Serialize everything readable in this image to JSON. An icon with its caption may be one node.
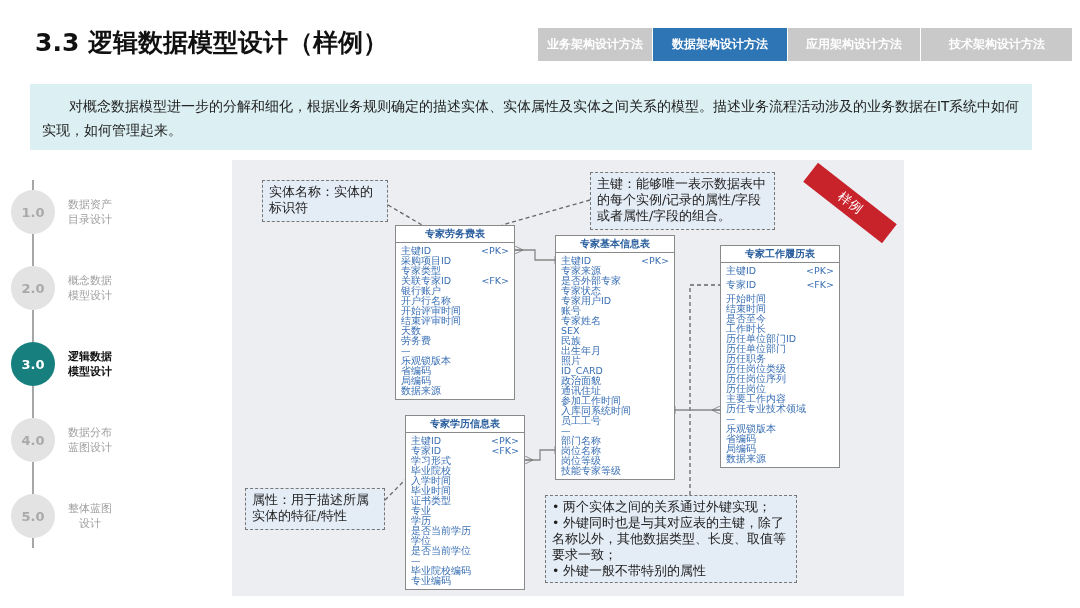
{
  "diagram": {
    "title": "3.3 逻辑数据模型设计（样例）",
    "nodes": [
      {
        "text": [
          "业务架构设计方法"
        ]
      },
      {
        "text": [
          "数据架构设计方法"
        ]
      },
      {
        "text": [
          "应用架构设计方法"
        ]
      },
      {
        "text": [
          "技术架构设计方法"
        ]
      },
      {
        "text": [
          "对概念数据模型进一步的分解和细化，根据业务规则确定的描述实体、实体属性及实体之间关系的模型。描述业务流程活动涉及的业务数据在IT系统中如何实现，如何管理起来。"
        ]
      },
      {
        "text": [
          "1.0"
        ],
        "beside": [
          "数据资产目录设计"
        ]
      },
      {
        "text": [
          "2.0"
        ],
        "beside": [
          "概念数据模型设计"
        ]
      },
      {
        "text": [
          "3.0"
        ],
        "beside": [
          "逻辑数据模型设计"
        ]
      },
      {
        "text": [
          "4.0"
        ],
        "beside": [
          "数据分布蓝图设计"
        ]
      },
      {
        "text": [
          "5.0"
        ],
        "beside": [
          "整体蓝图设计"
        ]
      },
      {
        "text": [],
        "shape": "box"
      },
      {
        "text": [
          "实体名称：实体的标识符"
        ],
        "in": 10
      },
      {
        "text": [
          "主键：能够唯一表示数据表中的每个实例/记录的属性/字段或者属性/字段的组合。"
        ],
        "in": 10
      },
      {
        "text": [
          "样例"
        ],
        "in": 10
      },
      {
        "text": [
          "专家劳务费表",
          "主键ID",
          "<PK>",
          "采购项目ID",
          "专家类型",
          "关联专家ID",
          "<FK>",
          "银行账户",
          "开户行名称",
          "开始评审时间",
          "结束评审时间",
          "天数",
          "劳务费",
          "—",
          "乐观锁版本",
          "省编码",
          "局编码",
          "数据来源"
        ],
        "in": 10
      },
      {
        "text": [
          "专家基本信息表",
          "主键ID",
          "<PK>",
          "专家来源",
          "是否外部专家",
          "专家状态",
          "专家用户ID",
          "账号",
          "专家姓名",
          "SEX",
          "民族",
          "出生年月",
          "照片",
          "ID_CARD",
          "政治面貌",
          "通讯住址",
          "参加工作时间",
          "入库同系统时间",
          "员工工号",
          "—",
          "部门名称",
          "岗位名称",
          "岗位等级",
          "技能专家等级"
        ],
        "in": 10
      },
      {
        "text": [
          "专家工作履历表",
          "主键ID",
          "<PK>",
          "专家ID",
          "<FK>",
          "开始时间",
          "结束时间",
          "是否至今",
          "工作时长",
          "历任单位部门ID",
          "历任单位部门",
          "历任职务",
          "历任岗位类级",
          "历任岗位序列",
          "历任岗位",
          "主要工作内容",
          "历任专业技术领域",
          "—",
          "乐观锁版本",
          "省编码",
          "局编码",
          "数据来源"
        ],
        "in": 10
      },
      {
        "text": [
          "专家学历信息表",
          "主键ID",
          "<PK>",
          "专家ID",
          "<FK>",
          "学习形式",
          "毕业院校",
          "入学时间",
          "毕业时间",
          "证书类型",
          "专业",
          "学历",
          "是否当前学历",
          "学位",
          "是否当前学位",
          "—",
          "毕业院校编码",
          "专业编码"
        ],
        "in": 10
      },
      {
        "text": [
          "属性：用于描述所属实体的特征/特性"
        ],
        "in": 10
      },
      {
        "text": [
          "• 两个实体之间的关系通过外键实现；",
          "• 外键同时也是与其对应表的主键，除了名称以外，其他数据类型、长度、取值等要求一致；",
          "• 外键一般不带特别的属性"
        ],
        "in": 10
      }
    ],
    "edges": [
      {
        "from": 11,
        "to": 14,
        "arrow": "none",
        "style": "dashed"
      },
      {
        "from": 12,
        "to": 14,
        "arrow": "none",
        "style": "dashed"
      },
      {
        "from": 18,
        "to": 17,
        "arrow": "none",
        "style": "dashed"
      },
      {
        "from": 19,
        "to": 16,
        "arrow": "none",
        "style": "dashed"
      },
      {
        "from": 15,
        "to": 14,
        "arrow": "other"
      },
      {
        "from": 15,
        "to": 17,
        "arrow": "other"
      },
      {
        "from": 15,
        "to": 16,
        "arrow": "other"
      },
      {
        "from": 5,
        "to": 6,
        "arrow": "none",
        "color": "#a6a6a6"
      },
      {
        "from": 6,
        "to": 7,
        "arrow": "none",
        "color": "#a6a6a6"
      },
      {
        "from": 7,
        "to": 8,
        "arrow": "none",
        "color": "#a6a6a6"
      },
      {
        "from": 8,
        "to": 9,
        "arrow": "none",
        "color": "#a6a6a6"
      }
    ]
  }
}
